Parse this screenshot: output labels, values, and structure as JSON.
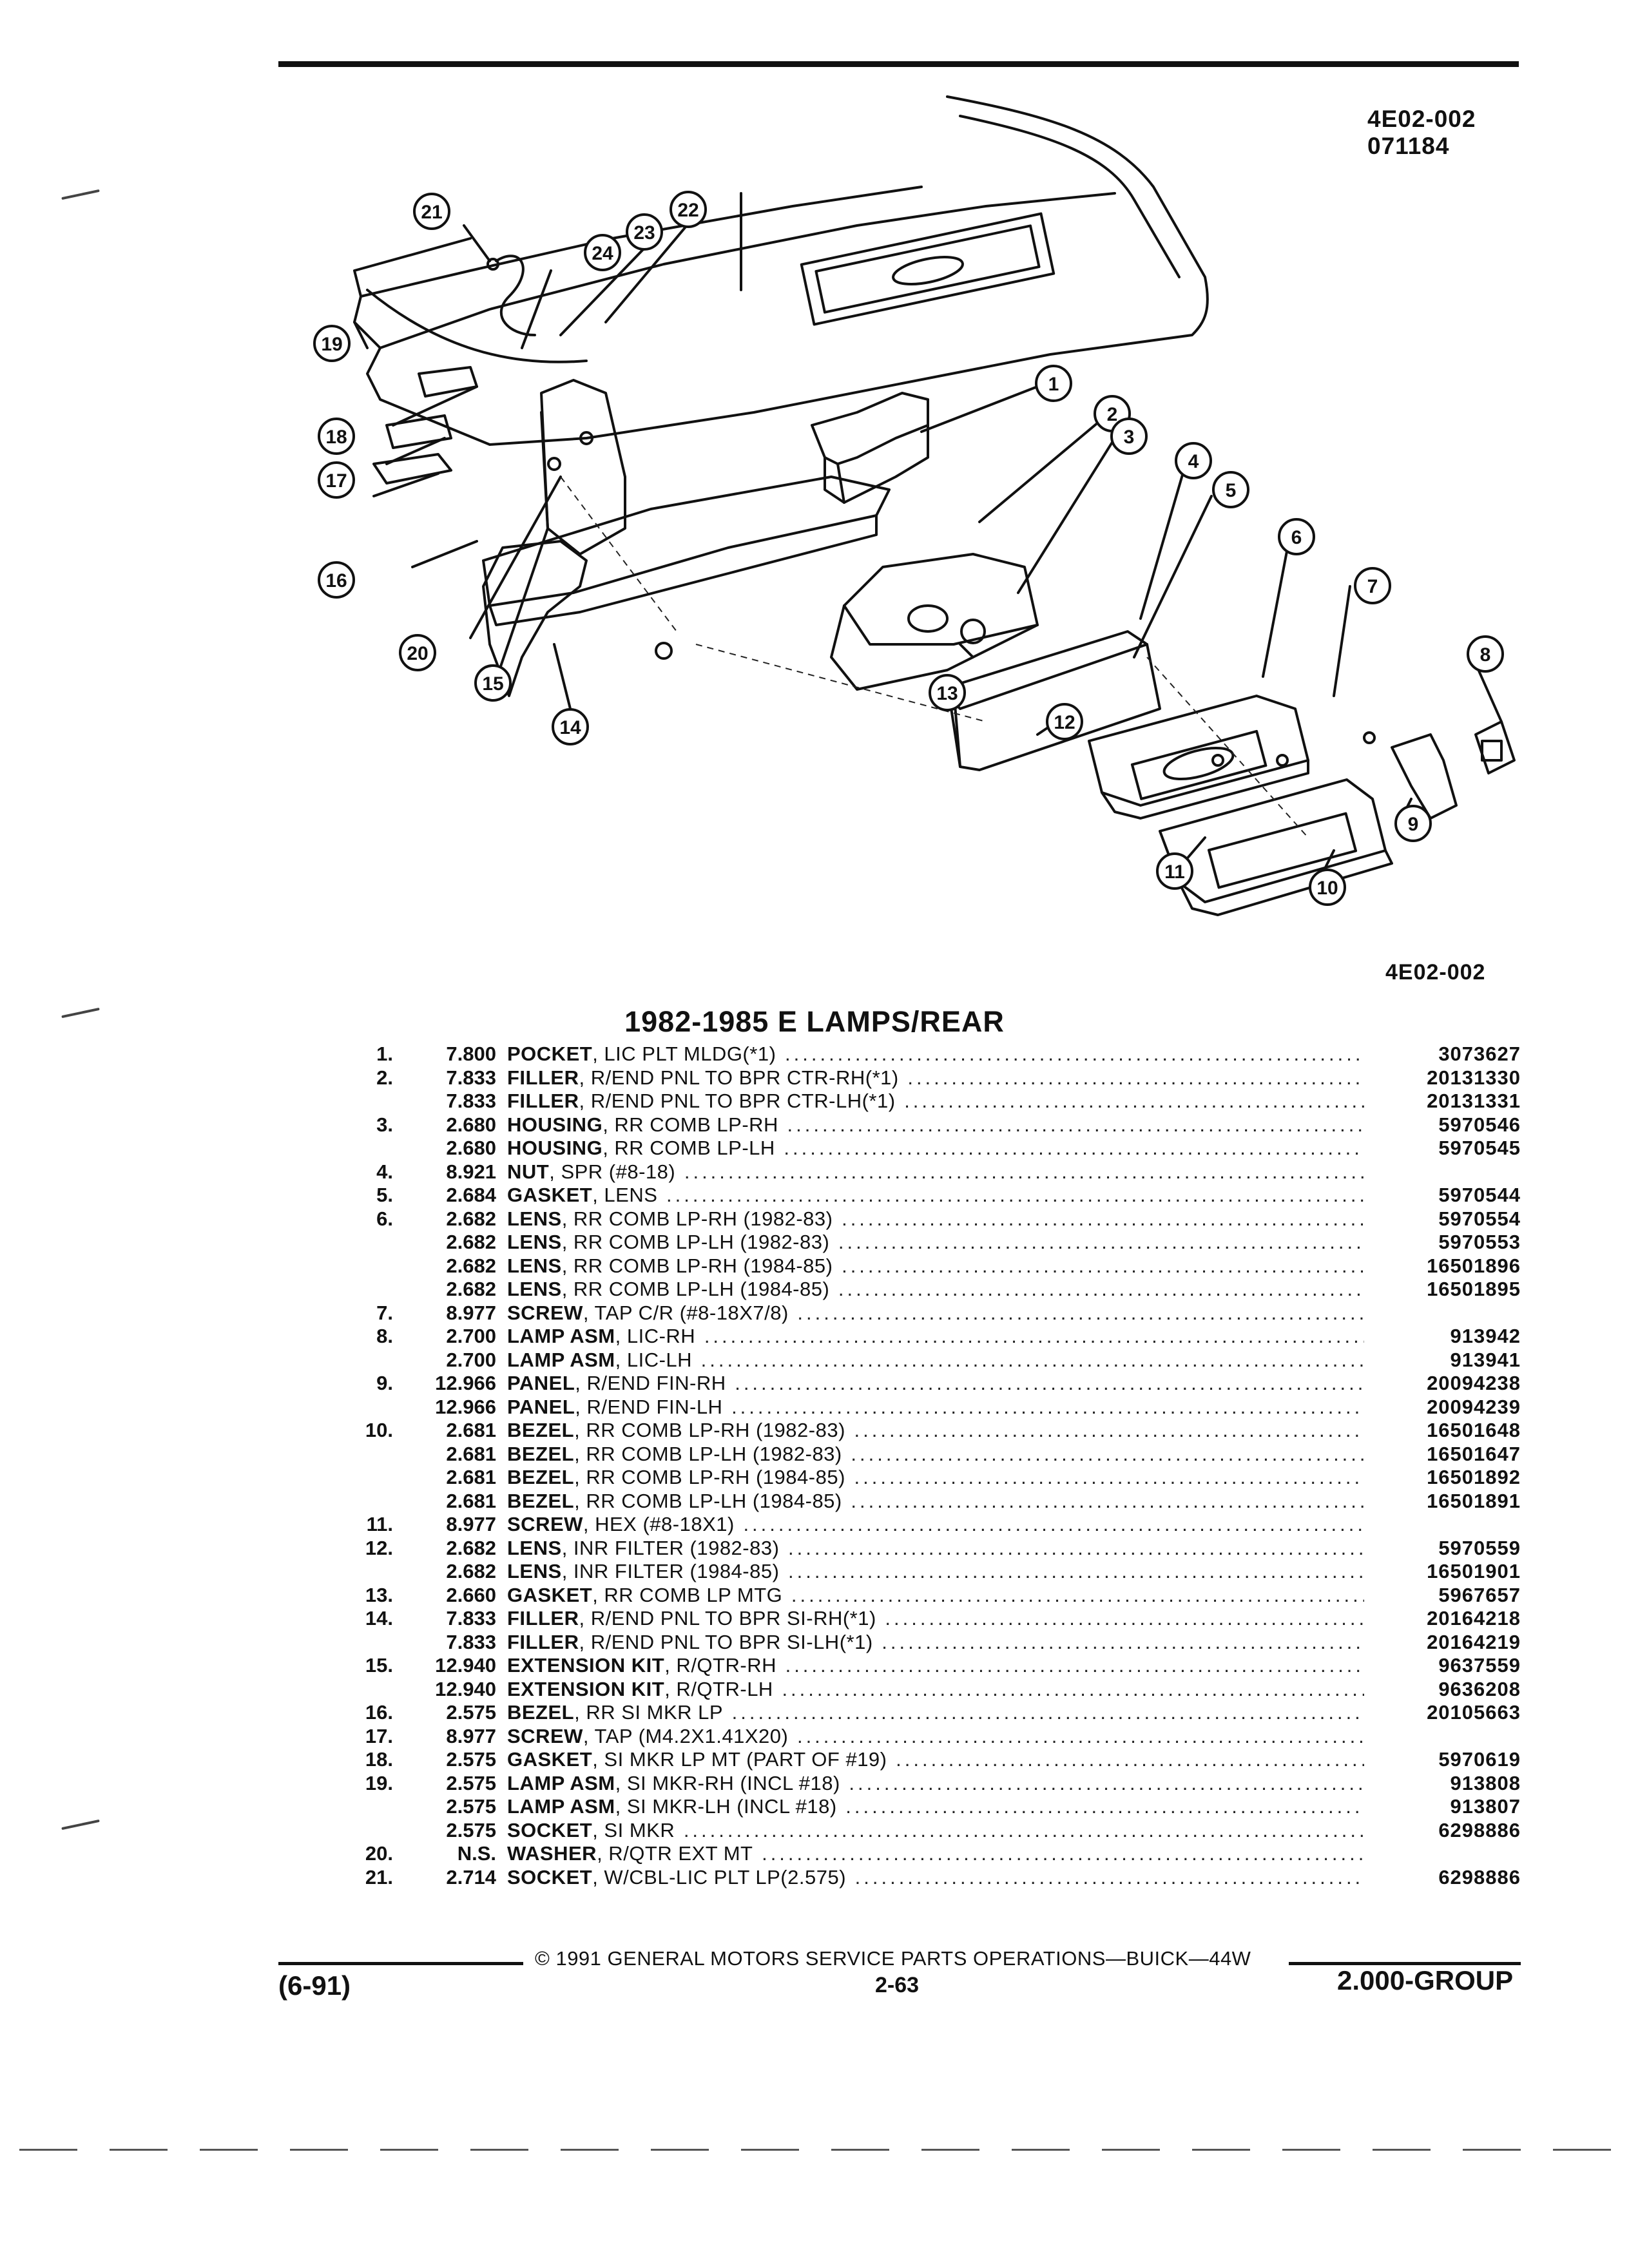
{
  "ref_code_top_1": "4E02-002",
  "ref_code_top_2": "071184",
  "ref_code_bottom": "4E02-002",
  "callouts": [
    "1",
    "2",
    "3",
    "4",
    "5",
    "6",
    "7",
    "8",
    "9",
    "10",
    "11",
    "12",
    "13",
    "14",
    "15",
    "16",
    "17",
    "18",
    "19",
    "20",
    "21",
    "22",
    "23",
    "24"
  ],
  "title": "1982-1985 E LAMPS/REAR",
  "parts": [
    {
      "num": "1.",
      "group": "7.800",
      "name": "POCKET",
      "desc": ", LIC PLT MLDG(*1)",
      "pn": "3073627"
    },
    {
      "num": "2.",
      "group": "7.833",
      "name": "FILLER",
      "desc": ", R/END PNL TO BPR CTR-RH(*1)",
      "pn": "20131330"
    },
    {
      "num": "",
      "group": "7.833",
      "name": "FILLER",
      "desc": ", R/END PNL TO BPR CTR-LH(*1)",
      "pn": "20131331"
    },
    {
      "num": "3.",
      "group": "2.680",
      "name": "HOUSING",
      "desc": ", RR COMB LP-RH",
      "pn": "5970546"
    },
    {
      "num": "",
      "group": "2.680",
      "name": "HOUSING",
      "desc": ", RR COMB LP-LH",
      "pn": "5970545"
    },
    {
      "num": "4.",
      "group": "8.921",
      "name": "NUT",
      "desc": ", SPR (#8-18)",
      "pn": ""
    },
    {
      "num": "5.",
      "group": "2.684",
      "name": "GASKET",
      "desc": ", LENS",
      "pn": "5970544"
    },
    {
      "num": "6.",
      "group": "2.682",
      "name": "LENS",
      "desc": ", RR COMB LP-RH (1982-83)",
      "pn": "5970554"
    },
    {
      "num": "",
      "group": "2.682",
      "name": "LENS",
      "desc": ", RR COMB LP-LH (1982-83)",
      "pn": "5970553"
    },
    {
      "num": "",
      "group": "2.682",
      "name": "LENS",
      "desc": ", RR COMB LP-RH (1984-85)",
      "pn": "16501896"
    },
    {
      "num": "",
      "group": "2.682",
      "name": "LENS",
      "desc": ", RR COMB LP-LH (1984-85)",
      "pn": "16501895"
    },
    {
      "num": "7.",
      "group": "8.977",
      "name": "SCREW",
      "desc": ", TAP C/R (#8-18X7/8)",
      "pn": ""
    },
    {
      "num": "8.",
      "group": "2.700",
      "name": "LAMP ASM",
      "desc": ", LIC-RH",
      "pn": "913942"
    },
    {
      "num": "",
      "group": "2.700",
      "name": "LAMP ASM",
      "desc": ", LIC-LH",
      "pn": "913941"
    },
    {
      "num": "9.",
      "group": "12.966",
      "name": "PANEL",
      "desc": ", R/END FIN-RH",
      "pn": "20094238"
    },
    {
      "num": "",
      "group": "12.966",
      "name": "PANEL",
      "desc": ", R/END FIN-LH",
      "pn": "20094239"
    },
    {
      "num": "10.",
      "group": "2.681",
      "name": "BEZEL",
      "desc": ", RR COMB LP-RH (1982-83)",
      "pn": "16501648"
    },
    {
      "num": "",
      "group": "2.681",
      "name": "BEZEL",
      "desc": ", RR COMB LP-LH (1982-83)",
      "pn": "16501647"
    },
    {
      "num": "",
      "group": "2.681",
      "name": "BEZEL",
      "desc": ", RR COMB LP-RH (1984-85)",
      "pn": "16501892"
    },
    {
      "num": "",
      "group": "2.681",
      "name": "BEZEL",
      "desc": ", RR COMB LP-LH (1984-85)",
      "pn": "16501891"
    },
    {
      "num": "11.",
      "group": "8.977",
      "name": "SCREW",
      "desc": ", HEX (#8-18X1)",
      "pn": ""
    },
    {
      "num": "12.",
      "group": "2.682",
      "name": "LENS",
      "desc": ", INR FILTER (1982-83)",
      "pn": "5970559"
    },
    {
      "num": "",
      "group": "2.682",
      "name": "LENS",
      "desc": ", INR FILTER (1984-85)",
      "pn": "16501901"
    },
    {
      "num": "13.",
      "group": "2.660",
      "name": "GASKET",
      "desc": ", RR COMB LP MTG",
      "pn": "5967657"
    },
    {
      "num": "14.",
      "group": "7.833",
      "name": "FILLER",
      "desc": ", R/END PNL TO BPR SI-RH(*1)",
      "pn": "20164218"
    },
    {
      "num": "",
      "group": "7.833",
      "name": "FILLER",
      "desc": ", R/END PNL TO BPR SI-LH(*1)",
      "pn": "20164219"
    },
    {
      "num": "15.",
      "group": "12.940",
      "name": "EXTENSION KIT",
      "desc": ", R/QTR-RH",
      "pn": "9637559"
    },
    {
      "num": "",
      "group": "12.940",
      "name": "EXTENSION KIT",
      "desc": ", R/QTR-LH",
      "pn": "9636208"
    },
    {
      "num": "16.",
      "group": "2.575",
      "name": "BEZEL",
      "desc": ", RR SI MKR LP",
      "pn": "20105663"
    },
    {
      "num": "17.",
      "group": "8.977",
      "name": "SCREW",
      "desc": ", TAP (M4.2X1.41X20)",
      "pn": ""
    },
    {
      "num": "18.",
      "group": "2.575",
      "name": "GASKET",
      "desc": ", SI MKR LP MT (PART OF #19)",
      "pn": "5970619"
    },
    {
      "num": "19.",
      "group": "2.575",
      "name": "LAMP ASM",
      "desc": ", SI MKR-RH (INCL #18)",
      "pn": "913808"
    },
    {
      "num": "",
      "group": "2.575",
      "name": "LAMP ASM",
      "desc": ", SI MKR-LH (INCL #18)",
      "pn": "913807"
    },
    {
      "num": "",
      "group": "2.575",
      "name": "SOCKET",
      "desc": ", SI MKR",
      "pn": "6298886"
    },
    {
      "num": "20.",
      "group": "N.S.",
      "name": "WASHER",
      "desc": ", R/QTR EXT MT",
      "pn": ""
    },
    {
      "num": "21.",
      "group": "2.714",
      "name": "SOCKET",
      "desc": ", W/CBL-LIC PLT LP(2.575)",
      "pn": "6298886"
    }
  ],
  "footer": {
    "copyright": "© 1991 GENERAL MOTORS SERVICE PARTS OPERATIONS—BUICK—44W",
    "revision": "(6-91)",
    "page_number": "2-63",
    "group_label": "2.000-GROUP"
  }
}
